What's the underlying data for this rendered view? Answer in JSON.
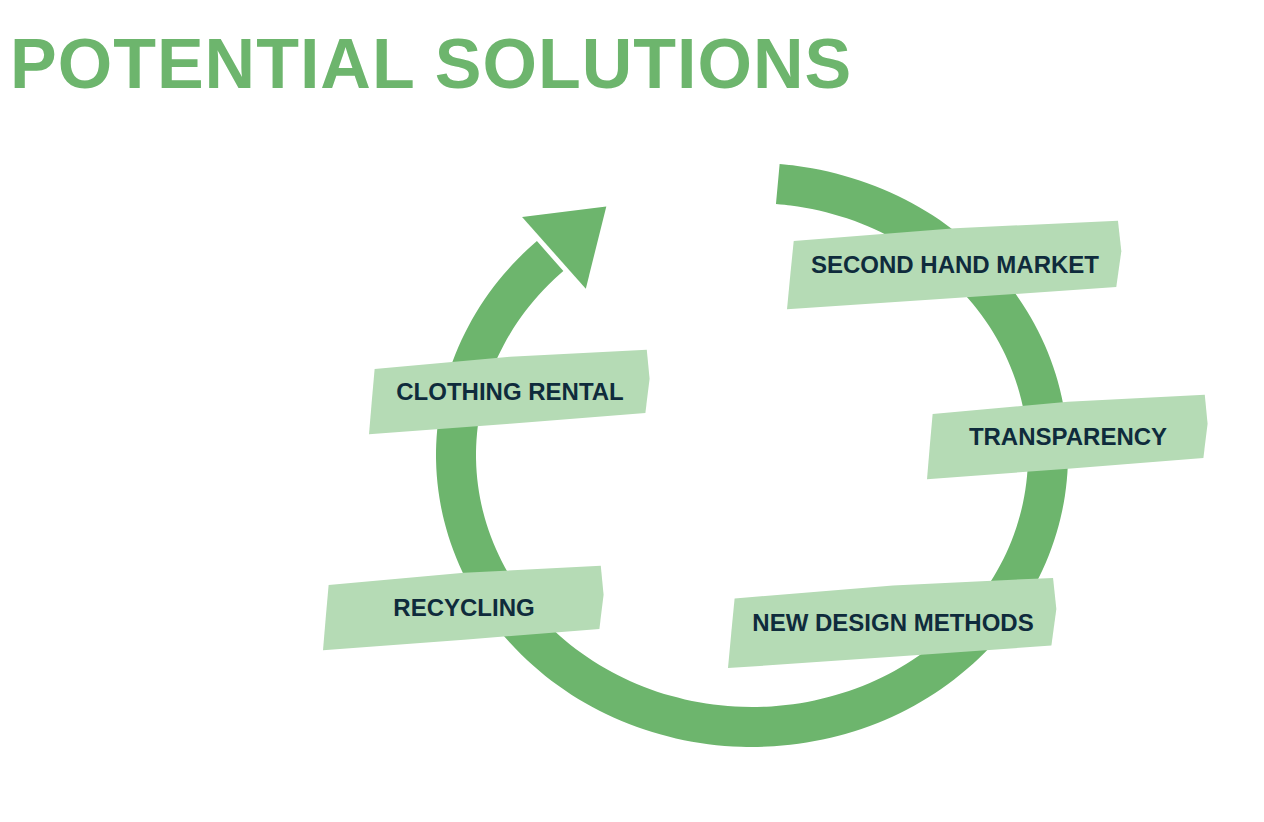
{
  "diagram": {
    "title": "POTENTIAL SOLUTIONS",
    "nodes": [
      {
        "text": [
          "SECOND HAND MARKET"
        ]
      },
      {
        "text": [
          "TRANSPARENCY"
        ]
      },
      {
        "text": [
          "NEW DESIGN METHODS"
        ]
      },
      {
        "text": [
          "RECYCLING"
        ]
      },
      {
        "text": [
          "CLOTHING RENTAL"
        ]
      }
    ]
  }
}
